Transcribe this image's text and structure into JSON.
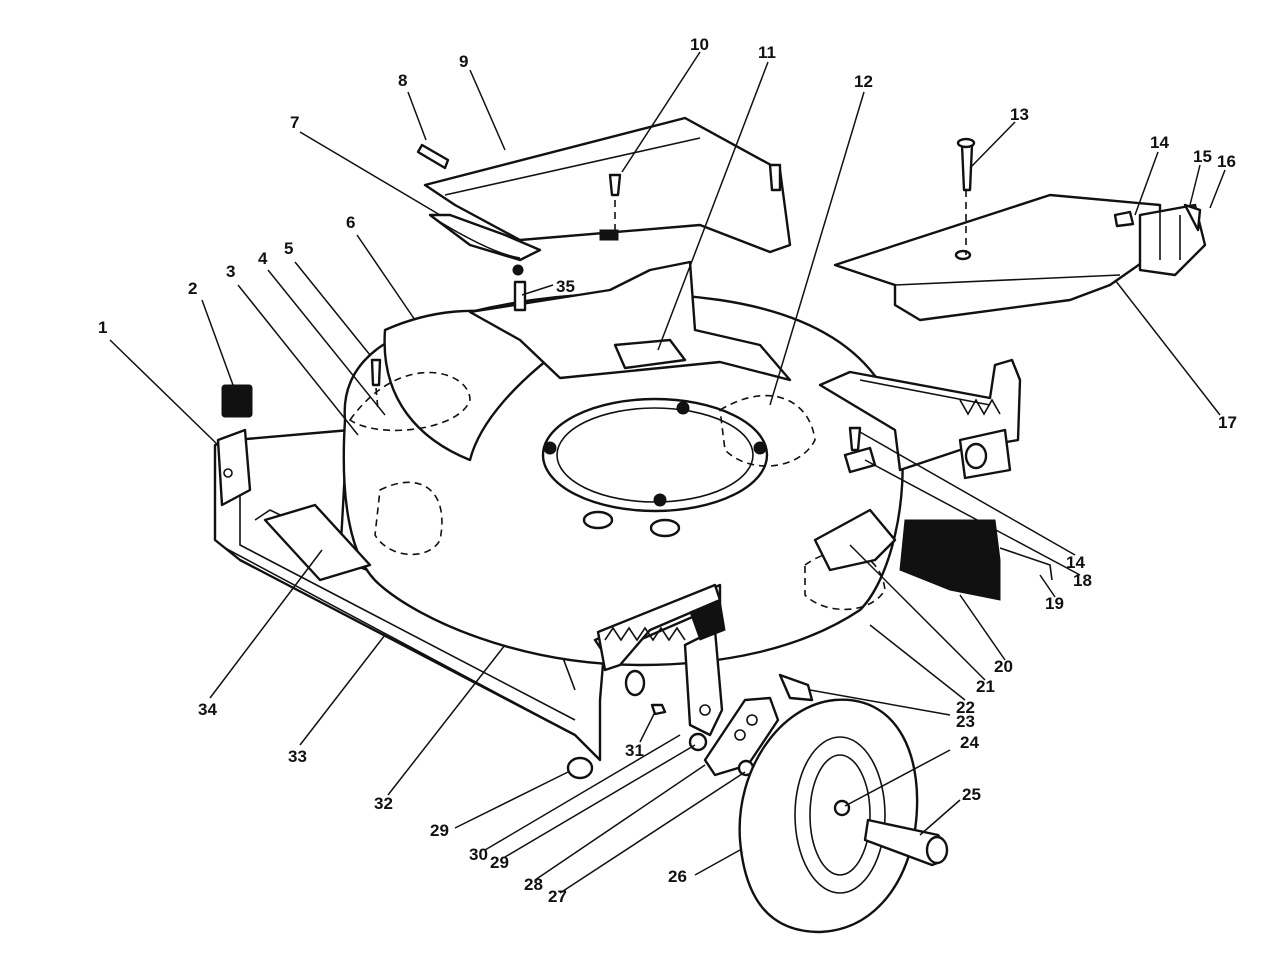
{
  "diagram": {
    "callouts": [
      {
        "id": "c1",
        "label": "1"
      },
      {
        "id": "c2",
        "label": "2"
      },
      {
        "id": "c3",
        "label": "3"
      },
      {
        "id": "c4",
        "label": "4"
      },
      {
        "id": "c5",
        "label": "5"
      },
      {
        "id": "c6",
        "label": "6"
      },
      {
        "id": "c7",
        "label": "7"
      },
      {
        "id": "c8",
        "label": "8"
      },
      {
        "id": "c9",
        "label": "9"
      },
      {
        "id": "c10",
        "label": "10"
      },
      {
        "id": "c11",
        "label": "11"
      },
      {
        "id": "c12",
        "label": "12"
      },
      {
        "id": "c13",
        "label": "13"
      },
      {
        "id": "c14a",
        "label": "14"
      },
      {
        "id": "c15",
        "label": "15"
      },
      {
        "id": "c16",
        "label": "16"
      },
      {
        "id": "c17",
        "label": "17"
      },
      {
        "id": "c14b",
        "label": "14"
      },
      {
        "id": "c18",
        "label": "18"
      },
      {
        "id": "c19",
        "label": "19"
      },
      {
        "id": "c20",
        "label": "20"
      },
      {
        "id": "c21",
        "label": "21"
      },
      {
        "id": "c22",
        "label": "22"
      },
      {
        "id": "c23",
        "label": "23"
      },
      {
        "id": "c24",
        "label": "24"
      },
      {
        "id": "c25",
        "label": "25"
      },
      {
        "id": "c26",
        "label": "26"
      },
      {
        "id": "c27",
        "label": "27"
      },
      {
        "id": "c28",
        "label": "28"
      },
      {
        "id": "c29a",
        "label": "29"
      },
      {
        "id": "c29b",
        "label": "29"
      },
      {
        "id": "c30",
        "label": "30"
      },
      {
        "id": "c31",
        "label": "31"
      },
      {
        "id": "c32",
        "label": "32"
      },
      {
        "id": "c33",
        "label": "33"
      },
      {
        "id": "c34",
        "label": "34"
      },
      {
        "id": "c35",
        "label": "35"
      }
    ]
  }
}
